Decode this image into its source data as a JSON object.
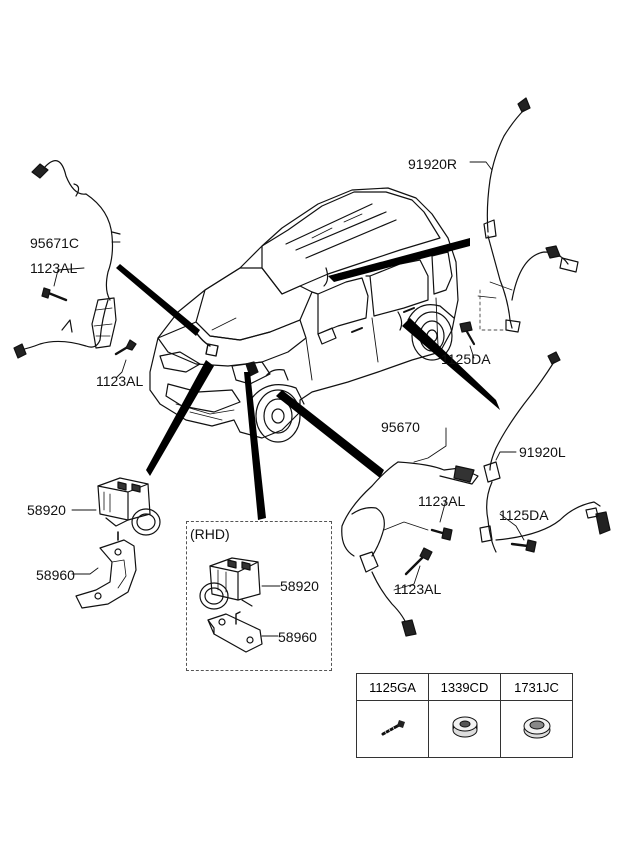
{
  "labels": {
    "sensor_fr": "91920R",
    "sensor_fl": "91920L",
    "cable_left": "95671C",
    "cable_right": "95670",
    "bolt_left_top": "1123AL",
    "bolt_left_bottom": "1123AL",
    "bolt_right_top": "1123AL",
    "bolt_right_bottom": "1123AL",
    "screw_rr": "1125DA",
    "screw_rl": "1125DA",
    "hecu_main": "58920",
    "bracket_main": "58960",
    "rhd_title": "(RHD)",
    "hecu_rhd": "58920",
    "bracket_rhd": "58960"
  },
  "legend": {
    "headers": [
      "1125GA",
      "1339CD",
      "1731JC"
    ],
    "icons": [
      "bolt-icon",
      "nut-icon",
      "grommet-icon"
    ]
  },
  "colors": {
    "line": "#111111",
    "fill": "#000000",
    "background": "#ffffff"
  }
}
